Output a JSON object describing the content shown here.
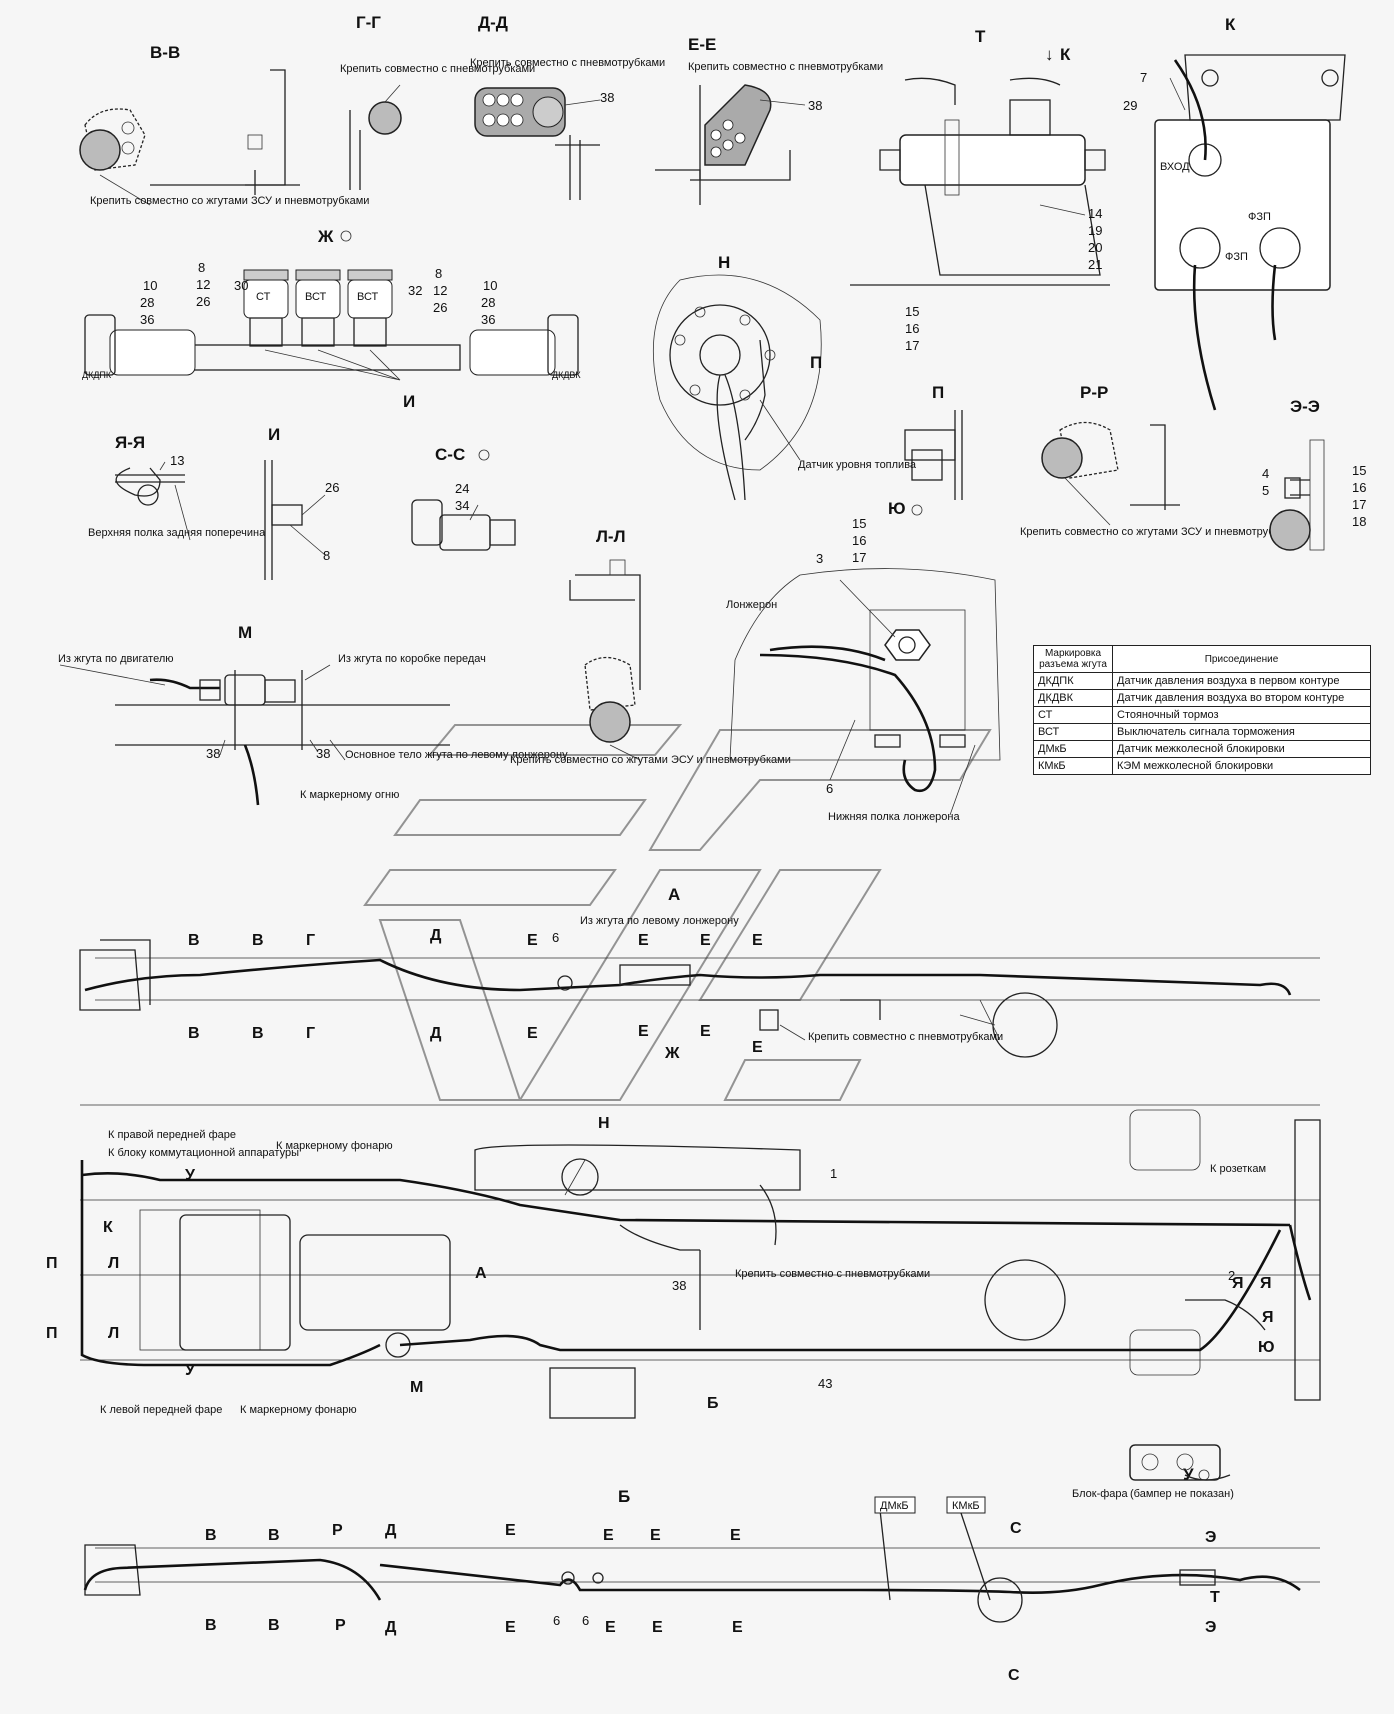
{
  "sections": {
    "vv": "В-В",
    "gg": "Г-Г",
    "dd": "Д-Д",
    "ee": "Е-Е",
    "t": "Т",
    "k": "К",
    "k_arrow": "К",
    "zh": "Ж",
    "n": "Н",
    "p_arrow": "П",
    "p": "П",
    "rr": "Р-Р",
    "ee2": "Э-Э",
    "yaya": "Я-Я",
    "i": "И",
    "i_arrow": "И",
    "ss": "С-С",
    "ll": "Л-Л",
    "yu": "Ю",
    "m": "М",
    "a": "А",
    "b": "Б",
    "u": "У"
  },
  "notes": {
    "vv": "Крепить совместно со жгутами ЗСУ и пневмотрубками",
    "gg": "Крепить совместно с пневмотрубками",
    "dd": "Крепить совместно с пневмотрубками",
    "ee": "Крепить совместно с пневмотрубками",
    "fuel": "Датчик уровня топлива",
    "rr": "Крепить совместно со жгутами ЗСУ и пневмотрубками",
    "yaya": "Верхняя полка задняя поперечина",
    "ll": "Крепить совместно со жгутами ЭСУ и пневмотрубками",
    "spar": "Лонжерон",
    "spar_bottom": "Нижняя полка лонжерона",
    "m_engine": "Из жгута по двигателю",
    "m_gearbox": "Из жгута по коробке передач",
    "m_body": "Основное тело жгута по левому лонжерону",
    "m_marker": "К маркерному огню",
    "a_from": "Из жгута по левому лонжерону",
    "a_fix": "Крепить совместно с пневмотрубками",
    "top_right_head": "К правой передней фаре",
    "top_block": "К блоку коммутационной аппаратуры",
    "top_marker": "К маркерному фонарю",
    "top_sockets": "К розеткам",
    "top_fix": "Крепить совместно с пневмотрубками",
    "top_left_head": "К левой передней фаре",
    "top_marker2": "К маркерному фонарю",
    "block_lamp": "Блок-фара",
    "bumper": "(бампер не показан)",
    "k_in": "ВХОД",
    "k_fzp": "ФЗП"
  },
  "connectors": {
    "st": "СТ",
    "vst": "ВСТ",
    "dkdpk": "ДКДПК",
    "dkdvk": "ДКДВК",
    "dmkb": "ДМкБ",
    "kmkb": "КМкБ"
  },
  "callouts": {
    "n38a": "38",
    "n38b": "38",
    "n38c": "38",
    "n38d": "38",
    "n38e": "38",
    "n7": "7",
    "n29": "29",
    "n14": "14",
    "n19": "19",
    "n20": "20",
    "n21": "21",
    "n15a": "15",
    "n16a": "16",
    "n17a": "17",
    "n8a": "8",
    "n12a": "12",
    "n26a": "26",
    "n10a": "10",
    "n28a": "28",
    "n36a": "36",
    "n30": "30",
    "n32": "32",
    "n8b": "8",
    "n12b": "12",
    "n26b": "26",
    "n10b": "10",
    "n28b": "28",
    "n36b": "36",
    "n13": "13",
    "n26c": "26",
    "n8c": "8",
    "n24": "24",
    "n34": "34",
    "n4": "4",
    "n5": "5",
    "n15c": "15",
    "n16c": "16",
    "n17c": "17",
    "n18": "18",
    "n15b": "15",
    "n16b": "16",
    "n17b": "17",
    "n3": "3",
    "n6a": "6",
    "n6b": "6",
    "n1": "1",
    "n2": "2",
    "n43": "43",
    "n6c": "6",
    "n6d": "6"
  },
  "table": {
    "header_mark": "Маркировка разъема жгута",
    "header_conn": "Присоединение",
    "rows": [
      {
        "mark": "ДКДПК",
        "conn": "Датчик давления воздуха в первом контуре"
      },
      {
        "mark": "ДКДВК",
        "conn": "Датчик давления воздуха во втором контуре"
      },
      {
        "mark": "СТ",
        "conn": "Стояночный тормоз"
      },
      {
        "mark": "ВСТ",
        "conn": "Выключатель сигнала торможения"
      },
      {
        "mark": "ДМкБ",
        "conn": "Датчик межколесной блокировки"
      },
      {
        "mark": "КМкБ",
        "conn": "КЭМ межколесной блокировки"
      }
    ]
  },
  "side_view_marks": {
    "top": [
      "В",
      "В",
      "Г",
      "Д",
      "Е",
      "Е",
      "Е",
      "Е"
    ],
    "bottom": [
      "В",
      "В",
      "Г",
      "Д",
      "Е",
      "Е",
      "Е",
      "Е"
    ],
    "zh": "Ж"
  },
  "plan_marks": {
    "p1": "П",
    "l1": "Л",
    "k": "К",
    "p2": "П",
    "l2": "Л",
    "u1": "У",
    "u2": "У",
    "a": "А",
    "b": "Б",
    "n": "Н",
    "m": "М",
    "ya1": "Я",
    "ya2": "Я",
    "ya3": "Я",
    "yu": "Ю"
  },
  "b_view_marks": {
    "top": [
      "В",
      "В",
      "Р",
      "Д",
      "Е",
      "Е",
      "Е",
      "Е",
      "С",
      "Э"
    ],
    "bottom": [
      "В",
      "В",
      "Р",
      "Д",
      "Е",
      "Е",
      "Е",
      "Е",
      "С",
      "Т",
      "Э"
    ]
  }
}
